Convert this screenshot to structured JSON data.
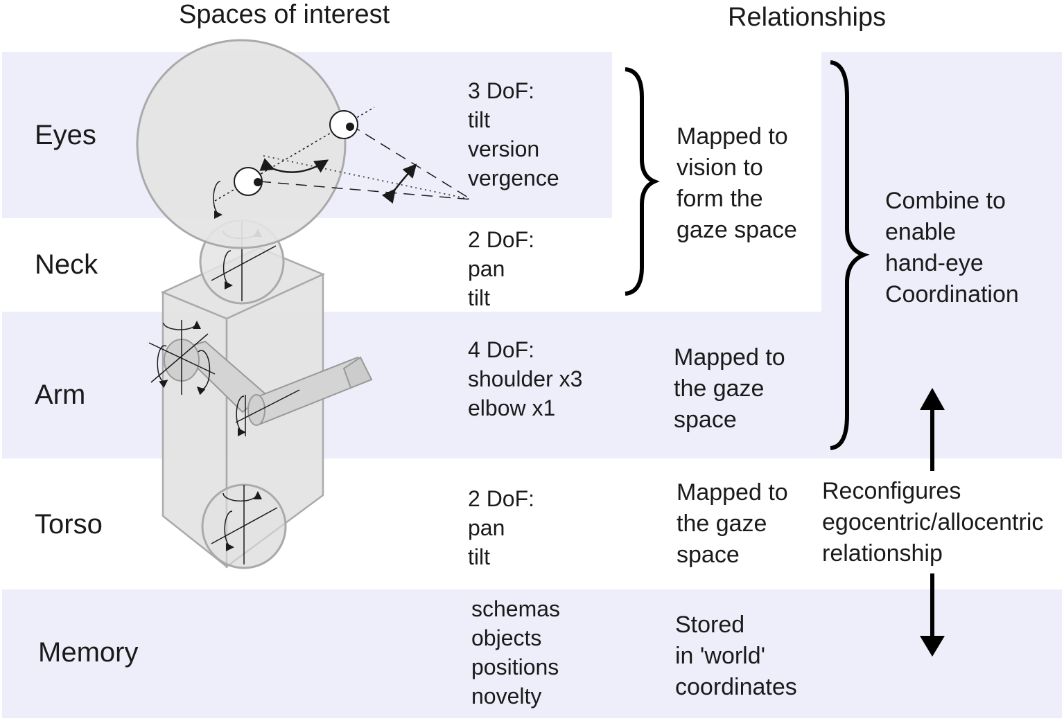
{
  "headers": {
    "spaces": "Spaces of interest",
    "relationships": "Relationships"
  },
  "rows": [
    {
      "id": "eyes",
      "label": "Eyes",
      "dof": [
        "3 DoF:",
        "tilt",
        "version",
        "vergence"
      ]
    },
    {
      "id": "neck",
      "label": "Neck",
      "dof": [
        "2 DoF:",
        "pan",
        "tilt"
      ]
    },
    {
      "id": "arm",
      "label": "Arm",
      "dof": [
        "4 DoF:",
        "shoulder x3",
        "elbow x1"
      ]
    },
    {
      "id": "torso",
      "label": "Torso",
      "dof": [
        "2 DoF:",
        "pan",
        "tilt"
      ]
    },
    {
      "id": "memory",
      "label": "Memory",
      "dof": [
        "schemas",
        "objects",
        "positions",
        "novelty"
      ]
    }
  ],
  "relations": {
    "gaze": [
      "Mapped to",
      "vision to",
      "form the",
      "gaze space"
    ],
    "arm": [
      "Mapped to",
      "the gaze",
      "space"
    ],
    "torso": [
      "Mapped to",
      "the gaze",
      "space"
    ],
    "memory": [
      "Stored",
      "in 'world'",
      "coordinates"
    ],
    "combine": [
      "Combine to",
      "enable",
      "hand-eye",
      "Coordination"
    ],
    "reconfigure": [
      "Reconfigures",
      "egocentric/allocentric",
      "relationship"
    ]
  },
  "colors": {
    "band": "#eeeefa",
    "body": "#e4e4e4",
    "body_stroke": "#999999",
    "ink": "#1a1a1a"
  }
}
